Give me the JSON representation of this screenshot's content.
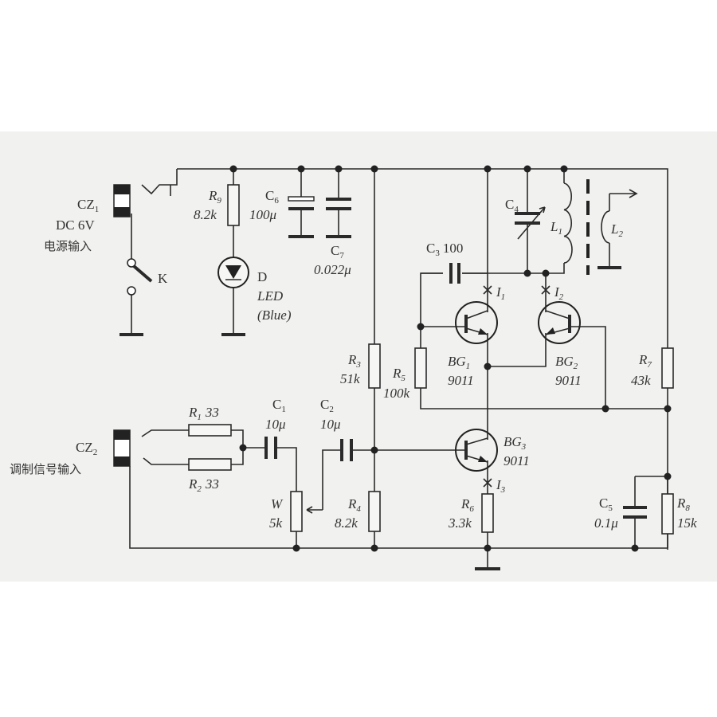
{
  "title": "Wireless transmitter circuit schematic",
  "labels": {
    "cz1": {
      "name": "CZ",
      "sub": "1",
      "value": "DC 6V",
      "desc": "电源输入"
    },
    "k": {
      "name": "K"
    },
    "r9": {
      "name": "R",
      "sub": "9",
      "value": "8.2k"
    },
    "d": {
      "name": "D",
      "value": "LED",
      "color": "(Blue)"
    },
    "c6": {
      "name": "C",
      "sub": "6",
      "value": "100μ"
    },
    "c7": {
      "name": "C",
      "sub": "7",
      "value": "0.022μ"
    },
    "r3": {
      "name": "R",
      "sub": "3",
      "value": "51k"
    },
    "r4": {
      "name": "R",
      "sub": "4",
      "value": "8.2k"
    },
    "c3": {
      "name": "C",
      "sub": "3",
      "value": "100"
    },
    "c4": {
      "name": "C",
      "sub": "4"
    },
    "l1": {
      "name": "L",
      "sub": "1"
    },
    "l2": {
      "name": "L",
      "sub": "2"
    },
    "i1": {
      "name": "I",
      "sub": "1"
    },
    "i2": {
      "name": "I",
      "sub": "2"
    },
    "i3": {
      "name": "I",
      "sub": "3"
    },
    "bg1": {
      "name": "BG",
      "sub": "1",
      "value": "9011"
    },
    "bg2": {
      "name": "BG",
      "sub": "2",
      "value": "9011"
    },
    "bg3": {
      "name": "BG",
      "sub": "3",
      "value": "9011"
    },
    "r5": {
      "name": "R",
      "sub": "5",
      "value": "100k"
    },
    "r7": {
      "name": "R",
      "sub": "7",
      "value": "43k"
    },
    "r6": {
      "name": "R",
      "sub": "6",
      "value": "3.3k"
    },
    "c5": {
      "name": "C",
      "sub": "5",
      "value": "0.1μ"
    },
    "r8": {
      "name": "R",
      "sub": "8",
      "value": "15k"
    },
    "cz2": {
      "name": "CZ",
      "sub": "2",
      "desc": "调制信号输入"
    },
    "r1": {
      "name": "R",
      "sub": "1",
      "value": "33"
    },
    "r2": {
      "name": "R",
      "sub": "2",
      "value": "33"
    },
    "c1": {
      "name": "C",
      "sub": "1",
      "value": "10μ"
    },
    "c2": {
      "name": "C",
      "sub": "2",
      "value": "10μ"
    },
    "w": {
      "name": "W",
      "value": "5k"
    }
  }
}
